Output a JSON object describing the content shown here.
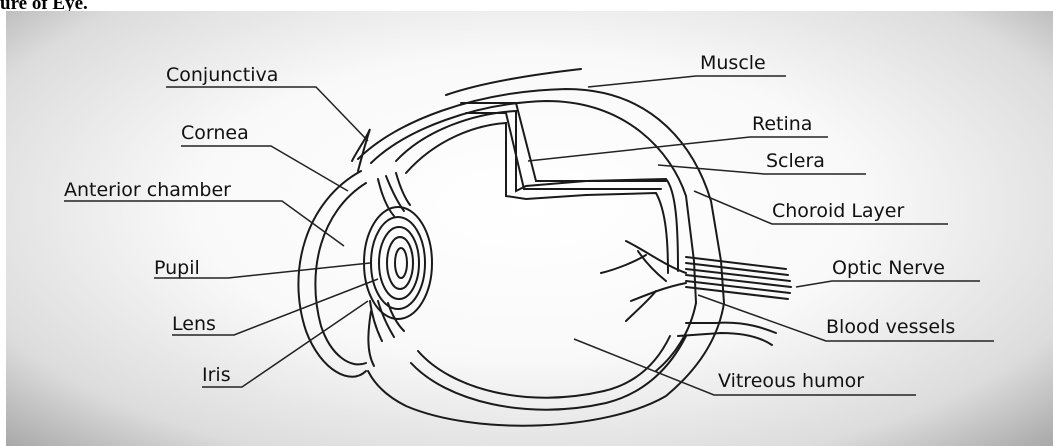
{
  "header": {
    "text": "ure of Eye."
  },
  "diagram": {
    "labels": {
      "conjunctiva": "Conjunctiva",
      "cornea": "Cornea",
      "anterior_chamber": "Anterior chamber",
      "pupil": "Pupil",
      "lens": "Lens",
      "iris": "Iris",
      "muscle": "Muscle",
      "retina": "Retina",
      "sclera": "Sclera",
      "choroid": "Choroid Layer",
      "optic_nerve": "Optic Nerve",
      "blood_vessels": "Blood vessels",
      "vitreous": "Vitreous humor"
    }
  }
}
